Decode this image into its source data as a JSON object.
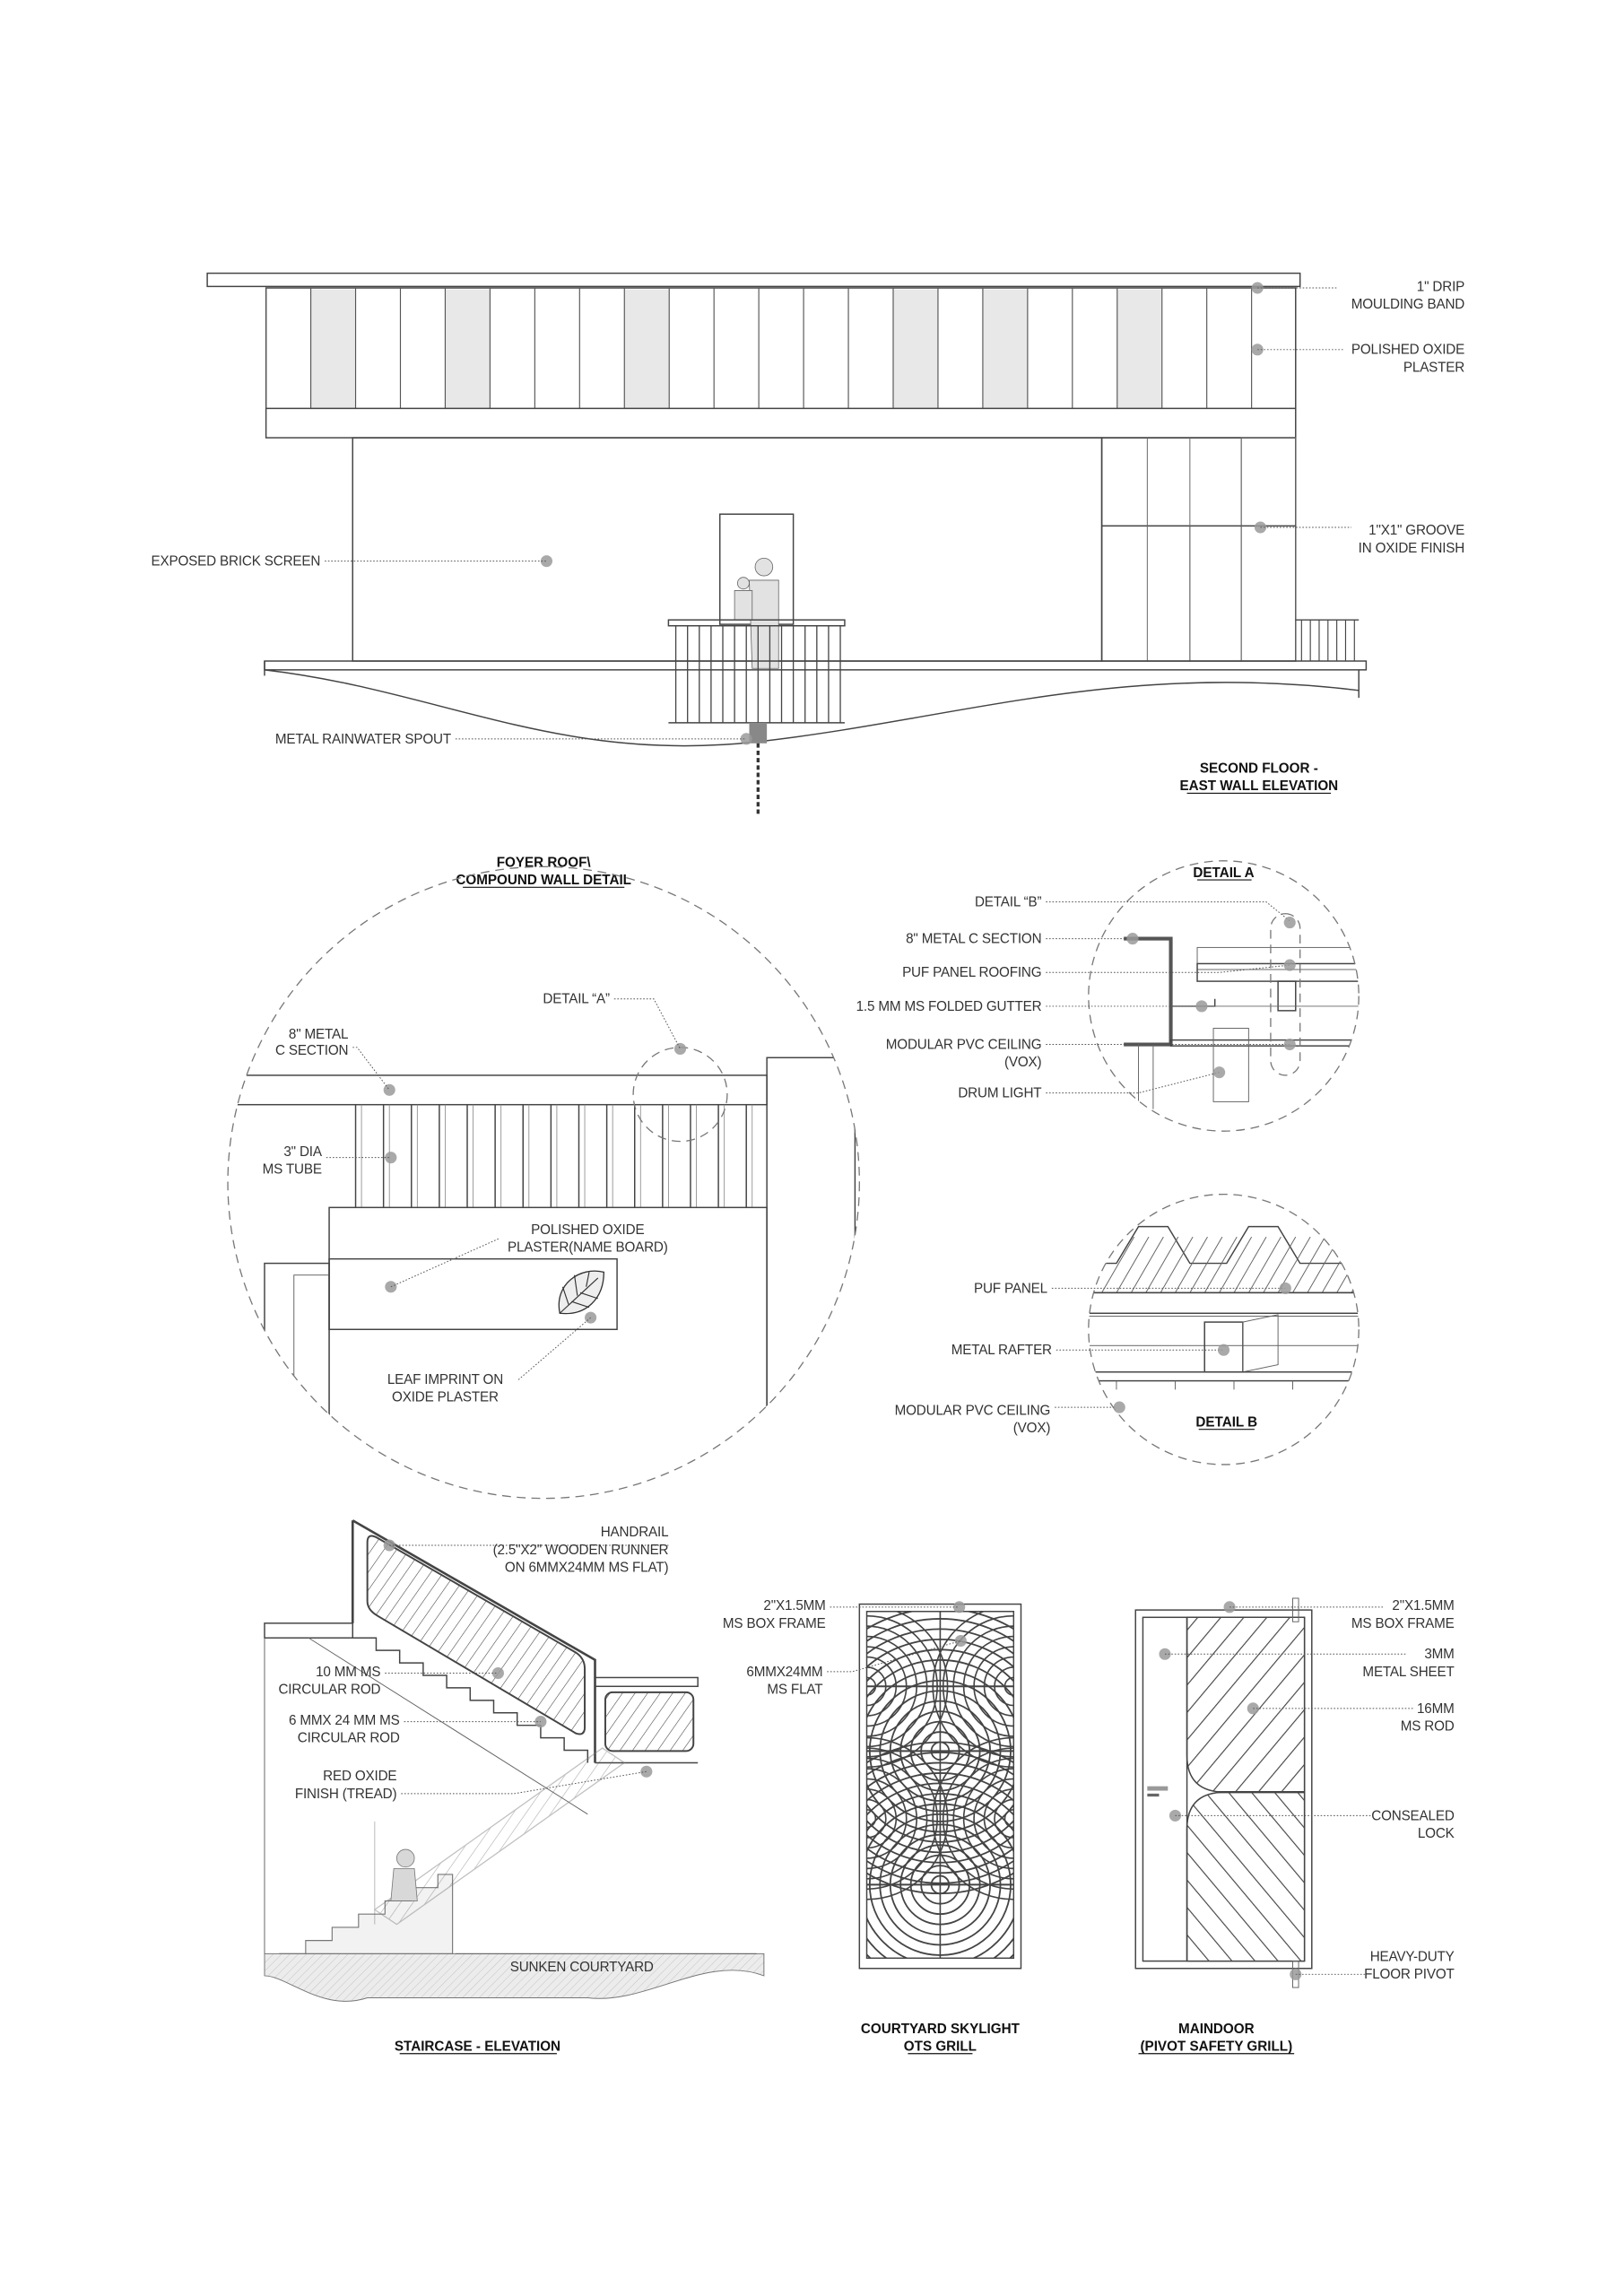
{
  "elevation": {
    "title": [
      "SECOND FLOOR -",
      "EAST WALL ELEVATION"
    ],
    "labels": {
      "drip": [
        "1\" DRIP",
        "MOULDING BAND"
      ],
      "plaster": [
        "POLISHED OXIDE",
        "PLASTER"
      ],
      "groove": [
        "1\"X1\" GROOVE",
        "IN OXIDE FINISH"
      ],
      "brick": "EXPOSED BRICK SCREEN",
      "spout": "METAL RAINWATER SPOUT"
    }
  },
  "foyer": {
    "title": [
      "FOYER ROOF\\",
      "COMPOUND WALL DETAIL"
    ],
    "labels": {
      "detail_a": "DETAIL “A”",
      "c_section": [
        "8\" METAL",
        "C SECTION"
      ],
      "tube": [
        "3\" DIA",
        "MS TUBE"
      ],
      "nameboard": [
        "POLISHED OXIDE",
        "PLASTER(NAME BOARD)"
      ],
      "leaf": [
        "LEAF IMPRINT ON",
        "OXIDE PLASTER"
      ]
    }
  },
  "detail_a": {
    "title": "DETAIL A",
    "labels": [
      "DETAIL “B”",
      "8\" METAL C SECTION",
      "PUF PANEL ROOFING",
      "1.5 MM MS FOLDED GUTTER",
      "MODULAR PVC CEILING",
      "(VOX)",
      "DRUM LIGHT"
    ]
  },
  "detail_b": {
    "title": "DETAIL B",
    "labels": [
      "PUF PANEL",
      "METAL RAFTER",
      "MODULAR PVC CEILING",
      "(VOX)"
    ]
  },
  "staircase": {
    "title": "STAIRCASE - ELEVATION",
    "labels": {
      "handrail": [
        "HANDRAIL",
        "(2.5\"X2\" WOODEN RUNNER",
        "ON 6MMX24MM MS FLAT)"
      ],
      "rod10": [
        "10 MM MS",
        "CIRCULAR ROD"
      ],
      "rod6": [
        "6 MMX 24 MM MS",
        "CIRCULAR ROD"
      ],
      "tread": [
        "RED OXIDE",
        "FINISH (TREAD)"
      ],
      "courtyard": "SUNKEN COURTYARD"
    }
  },
  "skylight": {
    "title": [
      "COURTYARD SKYLIGHT",
      "OTS GRILL"
    ],
    "labels": {
      "frame": [
        "2\"X1.5MM",
        "MS BOX FRAME"
      ],
      "flat": [
        "6MMX24MM",
        "MS FLAT"
      ]
    }
  },
  "maindoor": {
    "title": [
      "MAINDOOR",
      "(PIVOT SAFETY GRILL)"
    ],
    "labels": {
      "frame": [
        "2\"X1.5MM",
        "MS BOX FRAME"
      ],
      "sheet": [
        "3MM",
        "METAL SHEET"
      ],
      "rod": [
        "16MM",
        "MS ROD"
      ],
      "lock": [
        "CONSEALED",
        "LOCK"
      ],
      "pivot": [
        "HEAVY-DUTY",
        "FLOOR PIVOT"
      ]
    }
  }
}
